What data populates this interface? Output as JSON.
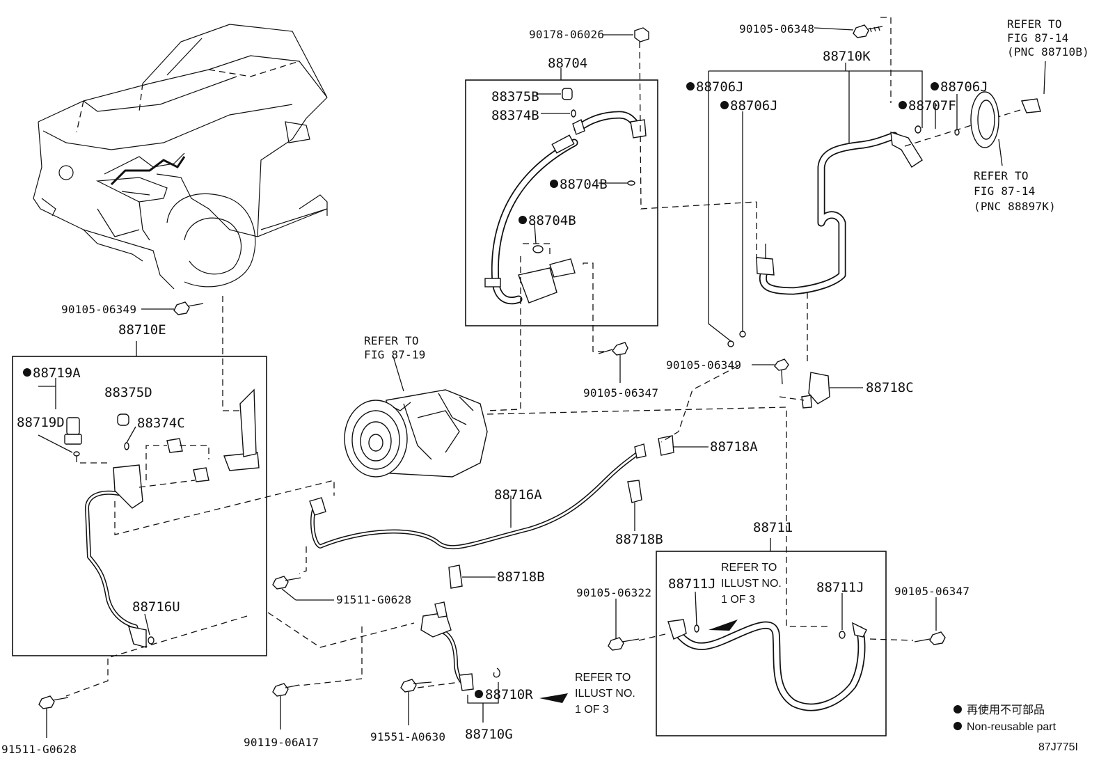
{
  "diagram": {
    "labels": {
      "p90178_06026": "90178-06026",
      "p90105_06348": "90105-06348",
      "p88704": "88704",
      "p88710K": "88710K",
      "refer_87_14_a_l1": "REFER TO",
      "refer_87_14_a_l2": "FIG 87-14",
      "refer_87_14_a_l3": "(PNC 88710B)",
      "p88375B": "88375B",
      "p88374B": "88374B",
      "p88706J_a": "88706J",
      "p88706J_b": "88706J",
      "p88706J_c": "88706J",
      "p88707F": "88707F",
      "p88704B_a": "88704B",
      "p88704B_b": "88704B",
      "refer_87_14_b_l1": "REFER TO",
      "refer_87_14_b_l2": "FIG 87-14",
      "refer_87_14_b_l3": "(PNC 88897K)",
      "p90105_06349_a": "90105-06349",
      "p88710E": "88710E",
      "refer_87_19_l1": "REFER TO",
      "refer_87_19_l2": "FIG 87-19",
      "p88719A": "88719A",
      "p88375D": "88375D",
      "p88719D": "88719D",
      "p88374C": "88374C",
      "p90105_06349_b": "90105-06349",
      "p90105_06347_a": "90105-06347",
      "p88718C": "88718C",
      "p88718A": "88718A",
      "p88716A": "88716A",
      "p88718B_a": "88718B",
      "p88718B_b": "88718B",
      "p88711": "88711",
      "p88716U": "88716U",
      "p91511_G0628_a": "91511-G0628",
      "p90105_06322": "90105-06322",
      "p88711J_a": "88711J",
      "p88711J_b": "88711J",
      "p90105_06347_b": "90105-06347",
      "refer_illust_a_l1": "REFER TO",
      "refer_illust_a_l2": "ILLUST NO.",
      "refer_illust_a_l3": "1 OF 3",
      "refer_illust_b_l1": "REFER TO",
      "refer_illust_b_l2": "ILLUST NO.",
      "refer_illust_b_l3": "1 OF 3",
      "p88710R": "88710R",
      "p88710G": "88710G",
      "p91511_G0628_b": "91511-G0628",
      "p90119_06A17": "90119-06A17",
      "p91551_A0630": "91551-A0630"
    },
    "legend": {
      "chinese": "再使用不可部品",
      "english": "Non-reusable part"
    },
    "figure_code": "87J775I",
    "colors": {
      "ink": "#111111",
      "background": "#ffffff"
    }
  }
}
